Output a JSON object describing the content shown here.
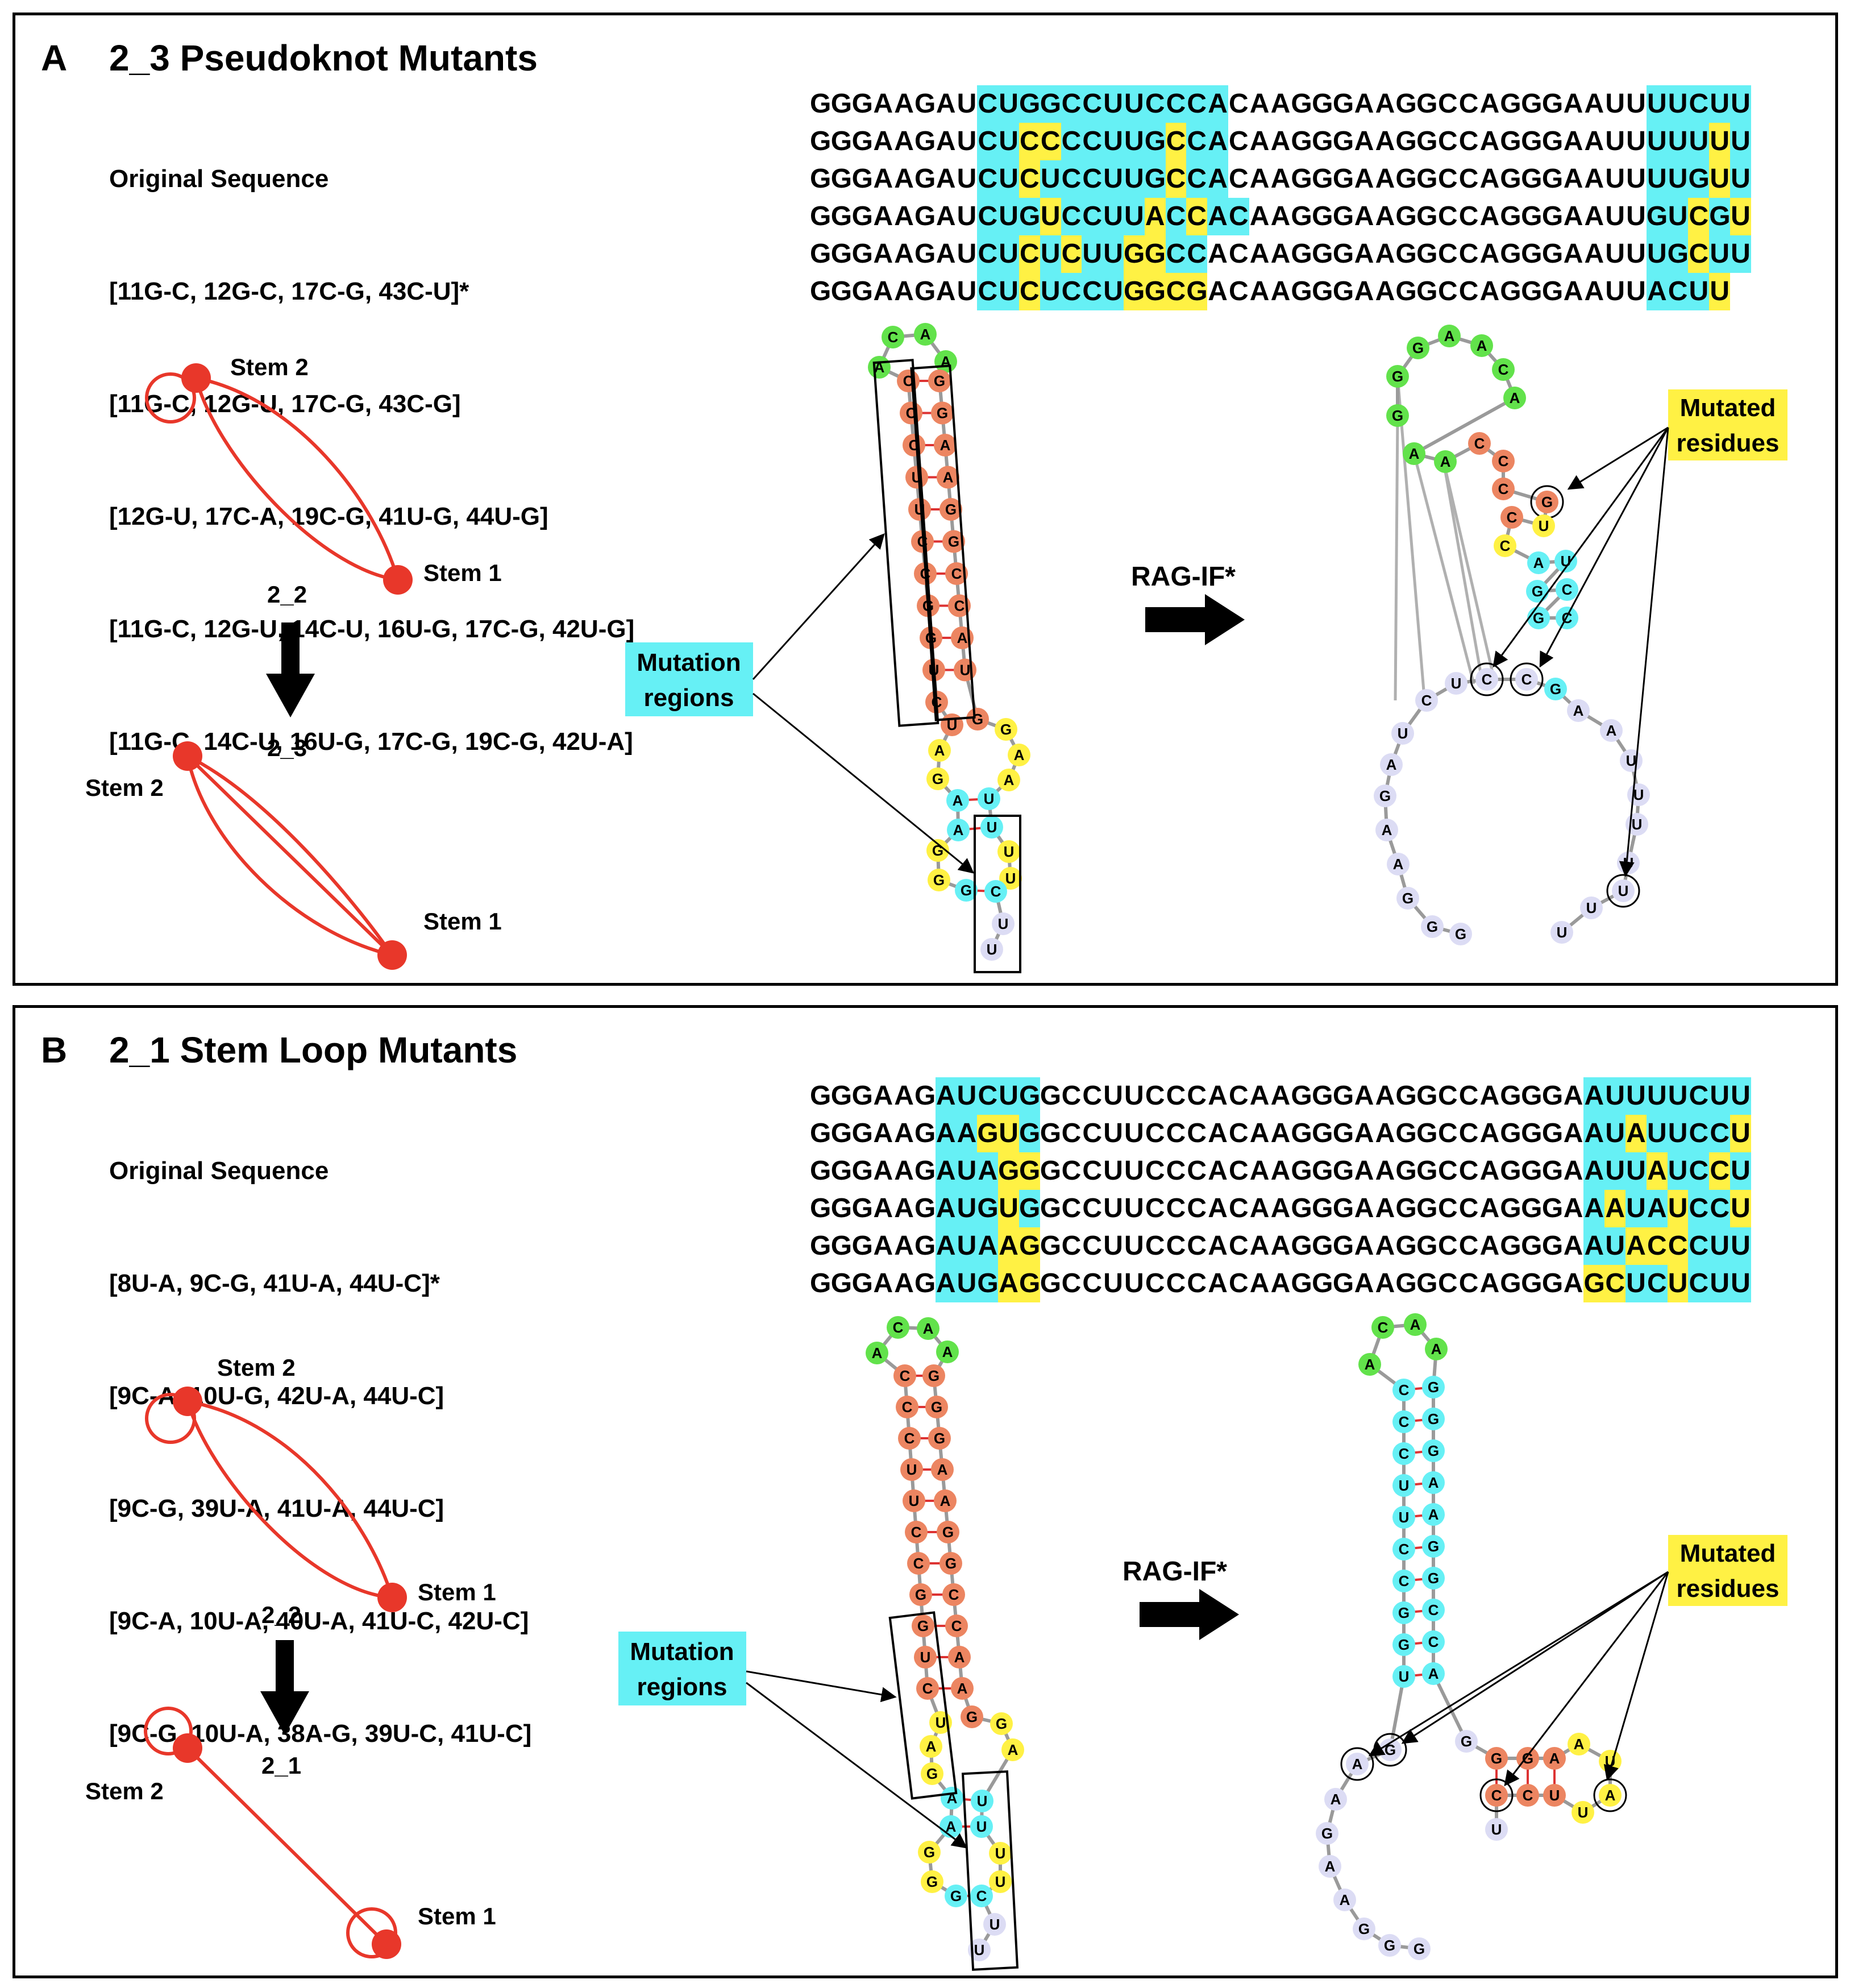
{
  "colors": {
    "cyan": "#66f0f5",
    "yellow": "#fff144",
    "orange": "#ec8561",
    "green": "#62e24b",
    "lavender": "#dcdcf4",
    "graph_red": "#e8372a"
  },
  "panel_a": {
    "label": "A",
    "title": "2_3 Pseudoknot Mutants",
    "mutant_list": [
      "Original Sequence",
      "[11G-C, 12G-C, 17C-G, 43C-U]*",
      "[11G-C, 12G-U, 17C-G, 43C-G]",
      "[12G-U, 17C-A, 19C-G, 41U-G, 44U-G]",
      "[11G-C, 12G-U, 14C-U, 16U-G, 17C-G, 42U-G]",
      "[11G-C, 14C-U, 16U-G, 17C-G, 19C-G, 42U-A]"
    ],
    "sequences": [
      "GGGAAGAUCUGGCCUUCCCACAAGGGAAGGCCAGGGAAUUUUCUU",
      "GGGAAGAUCUCCCCUUGCCACAAGGGAAGGCCAGGGAAUUUUUUU",
      "GGGAAGAUCUCUCCUUGCCACAAGGGAAGGCCAGGGAAUUUUGUU",
      "GGGAAGAUCUGUCCUUACCACAAGGGAAGGCCAGGGAAUUGUCGU",
      "GGGAAGAUCUCUCUUGGCCACAAGGGAAGGCCAGGGAAUUUGCUU",
      "GGGAAGAUCUCUCCUGGCGACAAGGGAAGGCCAGGGAAUUACUU"
    ],
    "highlights": [
      "........cccccccccccc....................cccccc.",
      "........ccyycccccycc....................cccycc.",
      "........ccyccccccycc....................cccycc.",
      "........cccyccccycycc...................ccycyc.",
      "........ccycyccyycc.....................ccyccc.",
      "........ccyccccyyyy.....................cccycc."
    ],
    "graph": {
      "stem2_label": "Stem 2",
      "stem1_label": "Stem 1",
      "from_label": "2_2",
      "to_label": "2_3"
    },
    "mutation_regions_label": "Mutation\nregions",
    "arrow_label": "RAG-IF*",
    "mutated_label": "Mutated\nresidues",
    "left_structure": {
      "bases": [
        "C",
        "A",
        "A",
        "C",
        "G",
        "C",
        "G",
        "C",
        "G",
        "U",
        "A",
        "U",
        "A",
        "C",
        "G",
        "C",
        "G",
        "G",
        "C",
        "G",
        "C",
        "U",
        "A",
        "C",
        "G",
        "U",
        "G",
        "G",
        "A",
        "A",
        "A",
        "U",
        "A",
        "U",
        "U",
        "U",
        "G",
        "U",
        "C",
        "G",
        "U",
        "U"
      ]
    },
    "right_structure": {
      "bases": [
        "G",
        "A",
        "A",
        "C",
        "A",
        "G",
        "G",
        "A",
        "A",
        "G",
        "C",
        "C",
        "C",
        "G",
        "U",
        "C",
        "A",
        "U",
        "G",
        "C",
        "G",
        "C",
        "C",
        "C",
        "U",
        "C",
        "G",
        "A",
        "A",
        "U",
        "U",
        "U",
        "U",
        "U",
        "U",
        "U",
        "U",
        "A",
        "G",
        "A",
        "A",
        "G",
        "G",
        "G"
      ]
    }
  },
  "panel_b": {
    "label": "B",
    "title": "2_1 Stem Loop Mutants",
    "mutant_list": [
      "Original Sequence",
      "[8U-A, 9C-G, 41U-A, 44U-C]*",
      "[9C-A, 10U-G, 42U-A, 44U-C]",
      "[9C-G, 39U-A, 41U-A, 44U-C]",
      "[9C-A, 10U-A, 40U-A, 41U-C, 42U-C]",
      "[9C-G, 10U-A, 38A-G, 39U-C, 41U-C]"
    ],
    "sequences": [
      "GGGAAGAUCUGGCCUUCCCACAAGGGAAGGCCAGGGAAUUUUCUU",
      "GGGAAGAAGUGGCCUUCCCACAAGGGAAGGCCAGGGAAUAUUCCU",
      "GGGAAGAUAGGGCCUUCCCACAAGGGAAGGCCAGGGAAUUAUCCU",
      "GGGAAGAUGUGGCCUUCCCACAAGGGAAGGCCAGGGAAAUAUCCU",
      "GGGAAGAUAAGGCCUUCCCACAAGGGAAGGCCAGGGAAUACCCUU",
      "GGGAAGAUGAGGCCUUCCCACAAGGGAAGGCCAGGGAGCUCUCUU"
    ],
    "highlights": [
      "......ccccc..........................ccccccccc",
      "......ccyyc..........................ccyccccyc",
      "......cccyy..........................cccyccyc.",
      "......cccyc..........................cyccyccyc",
      "......cccyy..........................ccyyyccc.",
      "......cccyy..........................yyccyccc."
    ],
    "graph": {
      "stem2_label": "Stem 2",
      "stem1_label": "Stem 1",
      "from_label": "2_2",
      "to_label": "2_1",
      "stem2b_label": "Stem 2",
      "stem1b_label": "Stem 1"
    },
    "mutation_regions_label": "Mutation\nregions",
    "arrow_label": "RAG-IF*",
    "mutated_label": "Mutated\nresidues"
  }
}
